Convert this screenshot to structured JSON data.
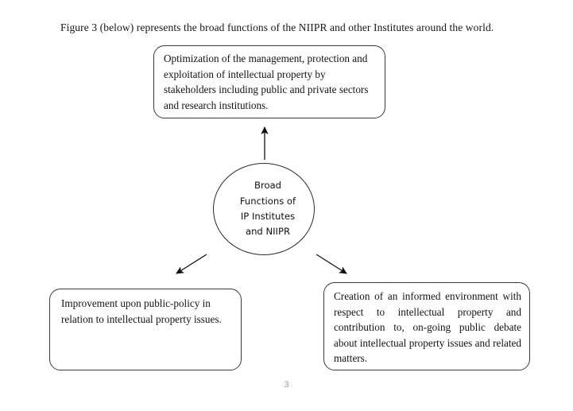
{
  "document": {
    "page_number": "3",
    "intro_paragraph": "Figure 3 (below) represents the broad functions of the NIIPR and other Institutes around the world."
  },
  "figure": {
    "center_node": {
      "label": "Broad\nFunctions of\nIP Institutes\nand NIIPR",
      "shape": "ellipse"
    },
    "boxes": [
      {
        "id": "top",
        "text": "Optimization of the management, protection and exploitation of intellectual property by stakeholders including public and private sectors and research institutions."
      },
      {
        "id": "bottom-left",
        "text": "Improvement upon public-policy in relation to intellectual property issues."
      },
      {
        "id": "bottom-right",
        "text": "Creation of an informed environment with respect to intellectual property and contribution to, on-going public debate about intellectual property issues and related matters."
      }
    ],
    "arrows": [
      {
        "id": "up",
        "from": "center-node",
        "to": "top-box",
        "direction": "up"
      },
      {
        "id": "down-left",
        "from": "center-node",
        "to": "bottom-left-box",
        "direction": "down-left"
      },
      {
        "id": "down-right",
        "from": "center-node",
        "to": "bottom-right-box",
        "direction": "down-right"
      }
    ],
    "colors": {
      "stroke": "#3a3a3a",
      "text": "#141414",
      "page_number": "#9a9a9a",
      "background": "#ffffff"
    }
  }
}
